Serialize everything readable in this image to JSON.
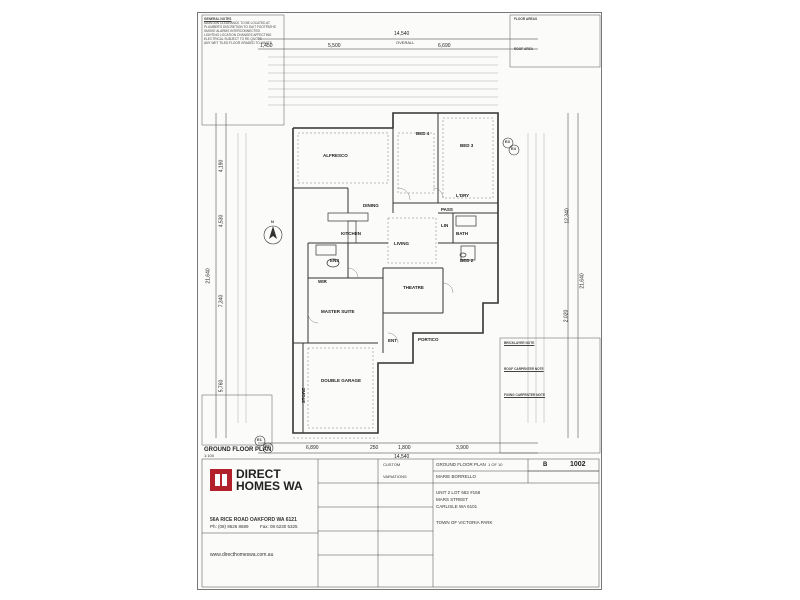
{
  "dimensions": {
    "overall_top": "14,540",
    "overall_label": "OVERALL",
    "top_left": "1,450",
    "top_a": "5,500",
    "top_b": "6,690",
    "overall_bottom": "14,540",
    "bottom_a": "6,890",
    "bottom_b": "250",
    "bottom_c": "1,800",
    "bottom_d": "3,900",
    "left_overall": "21,640",
    "left_a": "4,190",
    "left_b": "4,530",
    "left_c": "7,340",
    "left_d": "5,760",
    "right_overall": "21,640",
    "right_a": "12,340",
    "right_b": "2,020"
  },
  "rooms": {
    "alfresco": "ALFRESCO",
    "dining": "DINING",
    "kitchen": "KITCHEN",
    "living": "LIVING",
    "bed4": "BED 4",
    "bed3": "BED 3",
    "bed2": "BED 2",
    "pass": "PASS",
    "bath": "BATH",
    "ldry": "L'DRY",
    "wir": "WIR",
    "ens": "ENS",
    "theatre": "THEATRE",
    "master": "MASTER SUITE",
    "ent": "ENT",
    "portico": "PORTICO",
    "garage": "DOUBLE GARAGE",
    "store": "STORE",
    "linen": "LIN"
  },
  "plan_title": "GROUND FLOOR PLAN",
  "scale": "1:100",
  "notes_title": "GENERAL NOTES",
  "notes": [
    "MAINTAIN CLEARANCE TO BE LOCATED AT",
    "PLUMBER'S DISCRETION TO SUIT FOOTPATHS",
    "SMOKE ALARMS INTERCONNECTED",
    "LIGHTING LOCATION CHANGES AFFECTING",
    "ELECTRICAL SUBJECT TO RE-QUOTE",
    "ANY WET TILED FLOOR GRADED TO WASTE"
  ],
  "area_table": {
    "title": "FLOOR AREAS",
    "subtitle": "ROOF AREA"
  },
  "bricklayer_note": "BRICKLAYER NOTE",
  "roof_carpenter_note": "ROOF CARPENTER NOTE",
  "fixing_carpenter_note": "FIXING CARPENTER NOTE",
  "company": {
    "name_line1": "DIRECT",
    "name_line2": "HOMES WA",
    "address": "56A RICE ROAD OAKFORD WA 6121",
    "phone": "Ph: (08) 9526 8689",
    "fax": "Fax: 08 6230 5325",
    "website": "www.directhomeswa.com.au"
  },
  "titleblock": {
    "drawing": "GROUND FLOOR PLAN",
    "sheet": "1 OF 10",
    "revision": "B",
    "job_no": "1002",
    "client": "MARIE BORRELLO",
    "address_1": "UNIT 2 LOT 682 #158",
    "address_2": "MARS STREET",
    "address_3": "CARLISLE WA 6101",
    "council": "TOWN OF VICTORIA PARK",
    "design": "CUSTOM",
    "variations": "VARIATIONS"
  },
  "labels": {
    "e1": "E1",
    "e2": "E2",
    "e3": "E3",
    "e4": "E4",
    "north": "N"
  }
}
